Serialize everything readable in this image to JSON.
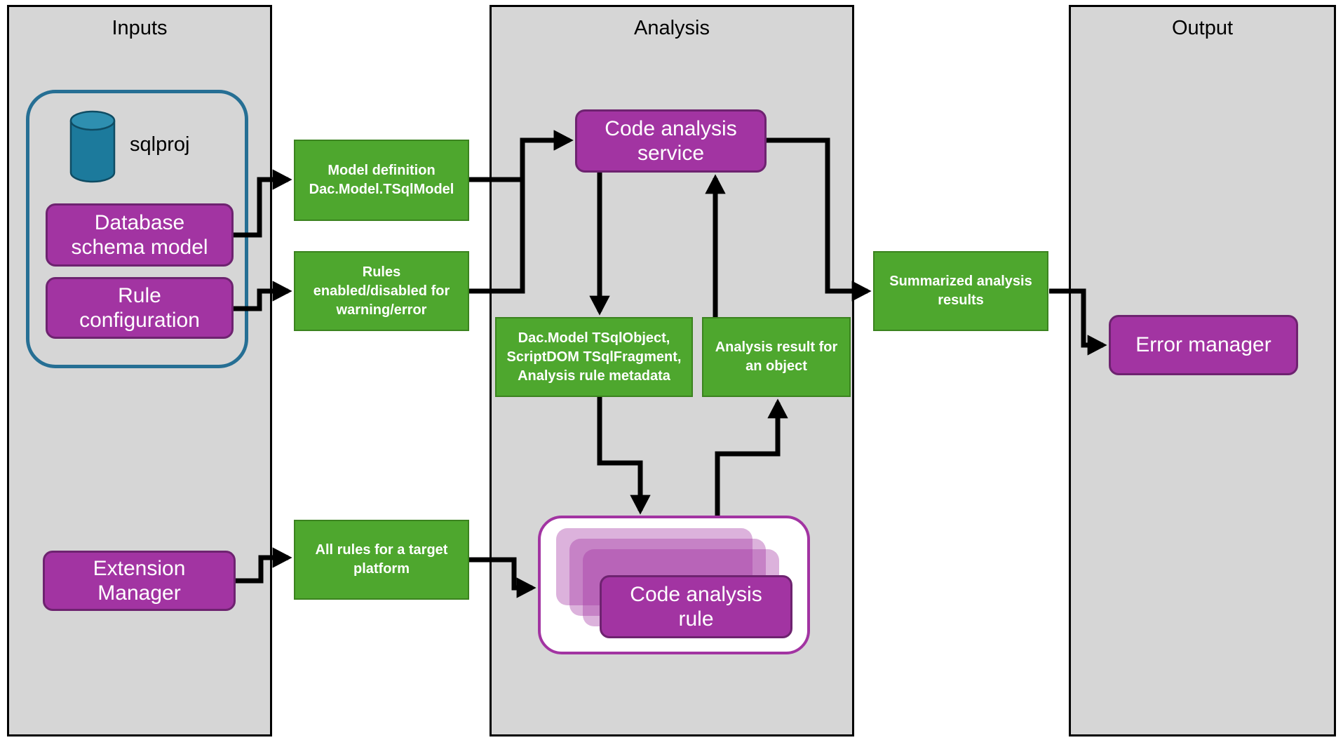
{
  "panels": {
    "inputs": {
      "title": "Inputs"
    },
    "analysis": {
      "title": "Analysis"
    },
    "output": {
      "title": "Output"
    }
  },
  "inputs": {
    "sqlproj_label": "sqlproj",
    "database_schema_model": "Database\nschema model",
    "rule_configuration": "Rule\nconfiguration",
    "extension_manager": "Extension\nManager"
  },
  "flows": {
    "model_definition": "Model definition\nDac.Model.TSqlModel",
    "rules_enabled": "Rules\nenabled/disabled for\nwarning/error",
    "all_rules": "All rules for a target\nplatform",
    "summarized_results": "Summarized analysis\nresults"
  },
  "analysis": {
    "code_analysis_service": "Code analysis\nservice",
    "object_metadata": "Dac.Model TSqlObject,\nScriptDOM TSqlFragment,\nAnalysis rule metadata",
    "analysis_result": "Analysis result for\nan object",
    "code_analysis_rule": "Code analysis\nrule"
  },
  "output": {
    "error_manager": "Error manager"
  },
  "colors": {
    "purple_fill": "#A234A2",
    "purple_border": "#6E2370",
    "green_fill": "#4EA72E",
    "green_border": "#3B831F",
    "panel_gray": "#D6D6D6",
    "container_blue": "#266F94",
    "cylinder_teal": "#1C7A9C",
    "arrow": "#000000"
  }
}
